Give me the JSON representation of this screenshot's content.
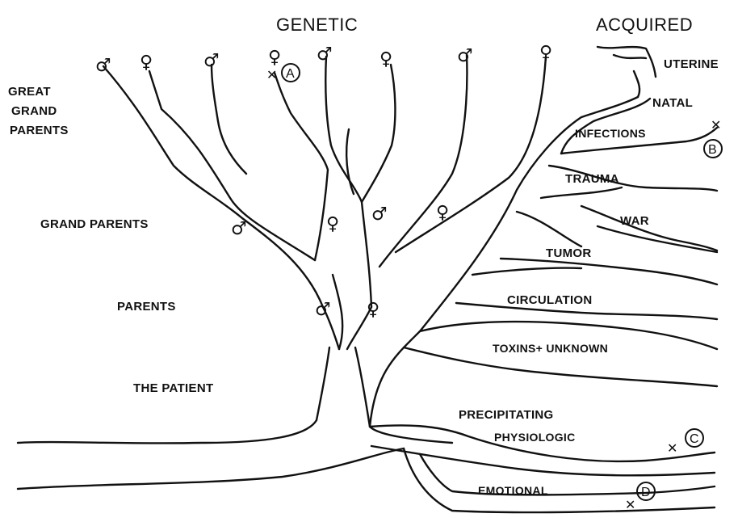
{
  "headers": {
    "genetic": "GENETIC",
    "acquired": "ACQUIRED"
  },
  "generations": {
    "great_grand_parents": [
      "GREAT",
      "GRAND",
      "PARENTS"
    ],
    "grand_parents": "GRAND PARENTS",
    "parents": "PARENTS",
    "patient": "THE PATIENT"
  },
  "acquired_branches": {
    "uterine": "UTERINE",
    "natal": "NATAL",
    "infections": "INFECTIONS",
    "trauma": "TRAUMA",
    "war": "WAR",
    "tumor": "TUMOR",
    "circulation": "CIRCULATION",
    "toxins": "TOXINS+ UNKNOWN"
  },
  "precipitating": {
    "title": "PRECIPITATING",
    "physiologic": "PHYSIOLOGIC",
    "emotional": "EMOTIONAL"
  },
  "markers": {
    "a": "A",
    "b": "B",
    "c": "C",
    "d": "D"
  },
  "symbols": {
    "male": "♂",
    "female": "♀",
    "cross": "✕"
  }
}
